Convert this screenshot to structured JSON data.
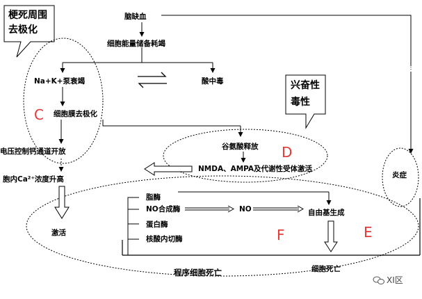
{
  "callouts": {
    "left": [
      "梗死周围",
      "去极化"
    ],
    "right": [
      "兴奋性",
      "毒性"
    ]
  },
  "nodes": {
    "ischemia": "脑缺血",
    "energy": "细胞能量储备耗竭",
    "pump": "Na+K+泵衰竭",
    "acidosis": "酸中毒",
    "depol": "细胞膜去极化",
    "channel": "电压控制钙通道开放",
    "calcium": "胞内Ca²⁺浓度升高",
    "glutamate": "谷氨酸释放",
    "nmda": "NMDA、AMPA及代谢性受体激活",
    "inflammation": "炎症",
    "activation": "激活",
    "lipase": "脂酶",
    "nos": "NO合成酶",
    "no": "NO",
    "protease": "蛋白酶",
    "endonuclease": "核酸内切酶",
    "free_radical": "自由基生成",
    "death": "细胞死亡",
    "apoptosis": "程序细胞死亡"
  },
  "letters": {
    "C": "C",
    "D": "D",
    "E": "E",
    "F": "F"
  },
  "watermark": "XI区",
  "colors": {
    "letters": "#e53935",
    "lines": "#000000",
    "hollow_arrow": "#ffffff"
  }
}
